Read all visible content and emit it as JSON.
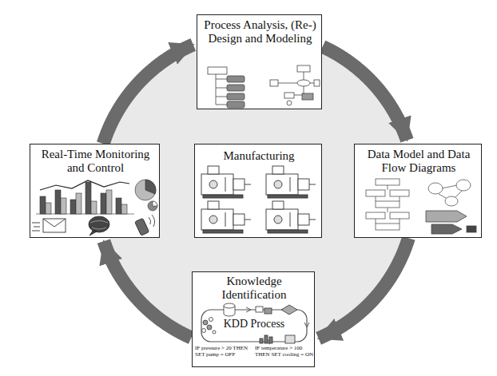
{
  "diagram": {
    "nodes": [
      {
        "text": [
          "Process Analysis, (Re-) Design and Modeling"
        ]
      },
      {
        "text": [
          "Real-Time Monitoring and Control"
        ]
      },
      {
        "text": [
          "Manufacturing"
        ]
      },
      {
        "text": [
          "Data Model and Data Flow Diagrams"
        ]
      },
      {
        "text": [
          "Knowledge Identification",
          "KDD Process",
          "IF pressure > 20 THEN SET pump = OFF",
          "IF temperature > 100 THEN SET cooling = ON"
        ]
      }
    ],
    "edges": [
      {
        "from": 0,
        "to": 3,
        "arrow": "to"
      },
      {
        "from": 3,
        "to": 4,
        "arrow": "to"
      },
      {
        "from": 4,
        "to": 1,
        "arrow": "to"
      },
      {
        "from": 1,
        "to": 0,
        "arrow": "to"
      }
    ]
  }
}
